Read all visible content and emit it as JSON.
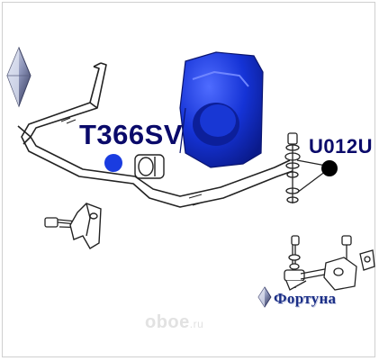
{
  "labels": {
    "part_code_bushing": "T366SV",
    "part_code_link": "U012U"
  },
  "branding": {
    "brand_name": "Фортуна",
    "watermark_main": "oboe",
    "watermark_suffix": ".ru"
  },
  "colors": {
    "bushing_blue": "#1533d6",
    "label_text": "#0a0a6a",
    "marker_blue": "#1a3ce0",
    "marker_black": "#000000"
  },
  "icons": {
    "top_logo": "diamond-logo-icon",
    "brand_logo": "diamond-logo-icon"
  }
}
